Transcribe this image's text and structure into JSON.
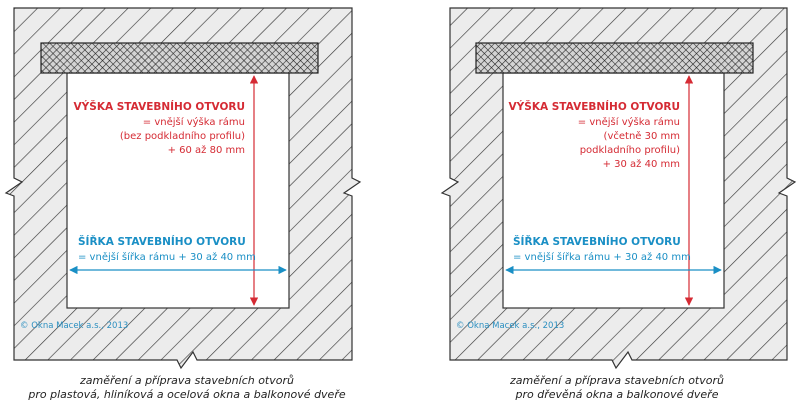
{
  "colors": {
    "height_label": "#d52b34",
    "width_label": "#1a8fc5",
    "hatch_line": "#444444",
    "wall_fill": "#e9e9e9",
    "frame": "#333333",
    "copyright": "#2b8fc0"
  },
  "panels": [
    {
      "height_title": "VÝŠKA STAVEBNÍHO OTVORU",
      "height_lines": [
        "= vnější výška rámu",
        "(bez podkladního profilu)",
        "+ 60 až 80 mm"
      ],
      "width_title": "ŠÍŘKA STAVEBNÍHO OTVORU",
      "width_line": "= vnější šířka rámu + 30 až 40 mm",
      "copyright": "© Okna Macek a.s., 2013",
      "caption_line1": "zaměření a příprava stavebních otvorů",
      "caption_line2": "pro plastová, hliníková a ocelová okna a balkonové dveře"
    },
    {
      "height_title": "VÝŠKA STAVEBNÍHO OTVORU",
      "height_lines": [
        "= vnější výška rámu",
        "(včetně 30 mm",
        "podkladního profilu)",
        "+ 30 až 40 mm"
      ],
      "width_title": "ŠÍŘKA STAVEBNÍHO OTVORU",
      "width_line": "= vnější šířka rámu + 30 až 40 mm",
      "copyright": "© Okna Macek a.s., 2013",
      "caption_line1": "zaměření a příprava stavebních otvorů",
      "caption_line2": "pro dřevěná okna a balkonové dveře"
    }
  ]
}
